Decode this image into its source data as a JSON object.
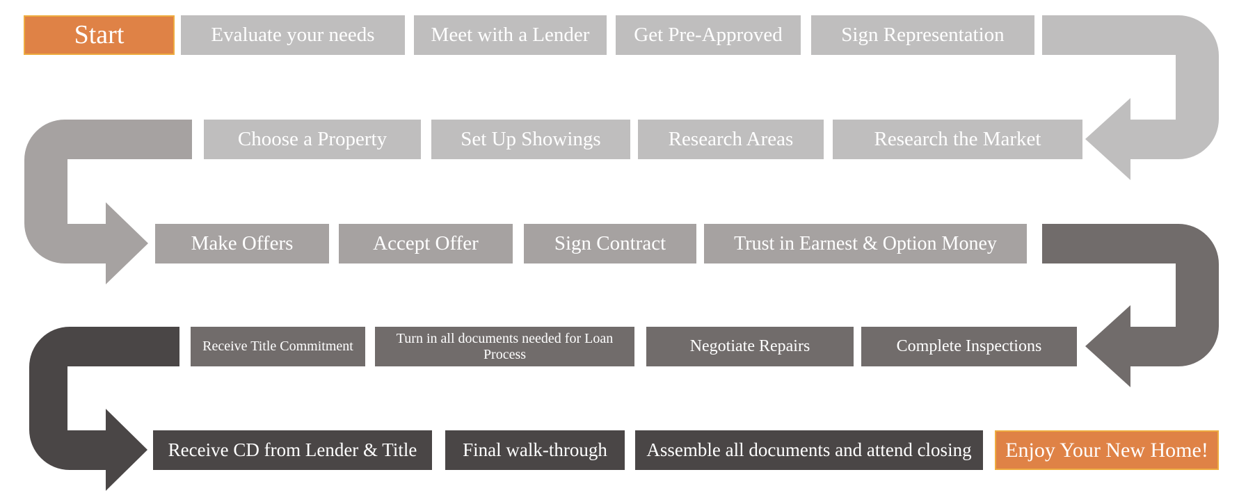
{
  "colors": {
    "stage1_fill": "#bfbebe",
    "stage2_fill": "#a6a2a1",
    "stage3_fill": "#716c6b",
    "stage4_fill": "#4a4646",
    "accent_orange": "#df8246",
    "accent_orange_border": "#eeac40",
    "text": "#ffffff",
    "arrow1": "#bfbebe",
    "arrow2": "#a6a2a1",
    "arrow3": "#716c6b",
    "arrow4": "#4a4646"
  },
  "steps": [
    {
      "label": "Start"
    },
    {
      "label": "Evaluate your needs"
    },
    {
      "label": "Meet with a Lender"
    },
    {
      "label": "Get Pre-Approved"
    },
    {
      "label": "Sign Representation"
    },
    {
      "label": "Research the Market"
    },
    {
      "label": "Research Areas"
    },
    {
      "label": "Set Up Showings"
    },
    {
      "label": "Choose a Property"
    },
    {
      "label": "Make Offers"
    },
    {
      "label": "Accept Offer"
    },
    {
      "label": "Sign Contract"
    },
    {
      "label": "Trust in Earnest & Option Money"
    },
    {
      "label": "Complete Inspections"
    },
    {
      "label": "Negotiate Repairs"
    },
    {
      "label": "Turn in all documents needed for Loan Process"
    },
    {
      "label": "Receive Title Commitment"
    },
    {
      "label": "Receive CD from Lender & Title"
    },
    {
      "label": "Final walk-through"
    },
    {
      "label": "Assemble all documents and attend closing"
    },
    {
      "label": "Enjoy Your New Home!"
    }
  ],
  "connectors": [
    {
      "name": "arrow-row1-to-row2",
      "from": "Sign Representation",
      "to": "Research the Market",
      "shape": "down-then-left"
    },
    {
      "name": "arrow-row2-to-row3",
      "from": "Choose a Property",
      "to": "Make Offers",
      "shape": "down-then-right"
    },
    {
      "name": "arrow-row3-to-row4",
      "from": "Trust in Earnest & Option Money",
      "to": "Complete Inspections",
      "shape": "down-then-left"
    },
    {
      "name": "arrow-row4-to-row5",
      "from": "Receive Title Commitment",
      "to": "Receive CD from Lender & Title",
      "shape": "down-then-right"
    }
  ]
}
